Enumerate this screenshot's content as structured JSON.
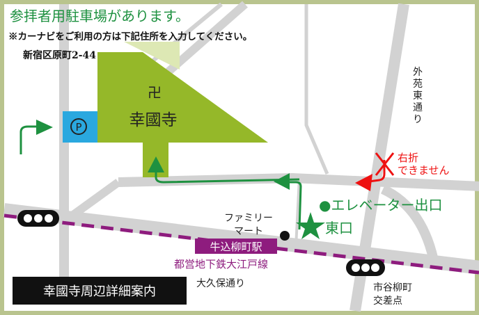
{
  "header": {
    "title": "参拝者用駐車場があります。",
    "notice": "※カーナビをご利用の方は下記住所を入力してください。",
    "address": "新宿区原町2-44"
  },
  "temple": {
    "symbol": "卍",
    "name": "幸國寺"
  },
  "parking": {
    "symbol": "P"
  },
  "roads": {
    "east_street": [
      "外",
      "苑",
      "東",
      "通",
      "り"
    ],
    "okubo_street": "大久保通り"
  },
  "no_right_turn": {
    "line1": "右折",
    "line2": "できません"
  },
  "elevator_exit": "●エレベーター出口",
  "east_exit": "東口",
  "familymart": {
    "line1": "ファミリー",
    "line2": "マート"
  },
  "station": {
    "name": "牛込柳町駅",
    "line": "都営地下鉄大江戸線"
  },
  "intersection": {
    "line1": "市谷柳町",
    "line2": "交差点"
  },
  "detail_button": "幸國寺周辺詳細案内",
  "colors": {
    "frame": "#b9c48e",
    "road": "#d2d2d2",
    "temple": "#95b829",
    "route": "#1e9140",
    "subway": "#8e1c7e",
    "parking": "#2aa8df",
    "warning": "#ee1111"
  }
}
